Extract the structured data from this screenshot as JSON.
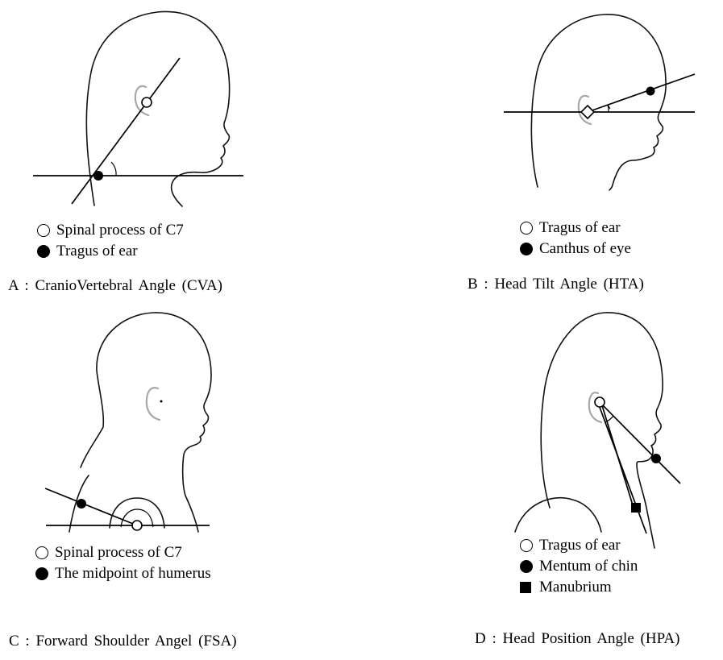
{
  "panels": {
    "a": {
      "legend": [
        {
          "symbol": "open-circle",
          "text": "Spinal process of C7"
        },
        {
          "symbol": "filled-circle",
          "text": "Tragus of ear"
        }
      ],
      "caption": "A : CranioVertebral Angle (CVA)"
    },
    "b": {
      "legend": [
        {
          "symbol": "open-circle",
          "text": "Tragus of ear"
        },
        {
          "symbol": "filled-circle",
          "text": "Canthus of eye"
        }
      ],
      "caption": "B : Head Tilt Angle (HTA)"
    },
    "c": {
      "legend": [
        {
          "symbol": "open-circle",
          "text": "Spinal process of C7"
        },
        {
          "symbol": "filled-circle",
          "text": "The midpoint of humerus"
        }
      ],
      "caption": "C : Forward Shoulder Angel (FSA)"
    },
    "d": {
      "legend": [
        {
          "symbol": "open-circle",
          "text": "Tragus of ear"
        },
        {
          "symbol": "filled-circle",
          "text": "Mentum of chin"
        },
        {
          "symbol": "filled-square",
          "text": "Manubrium"
        }
      ],
      "caption": "D : Head Position Angle (HPA)"
    }
  }
}
